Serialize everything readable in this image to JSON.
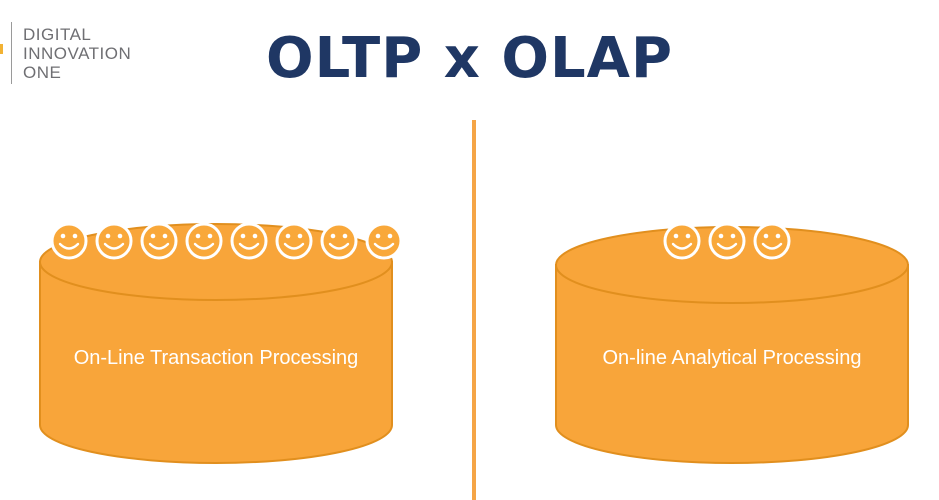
{
  "logo": {
    "lines": [
      "DIGITAL",
      "INNOVATION",
      "ONE"
    ]
  },
  "title": "OLTP x OLAP",
  "colors": {
    "title": "#1f3764",
    "cylinder_fill": "#f8a53a",
    "cylinder_stroke": "#e18f1e",
    "smiley_fill": "#f9a83a",
    "divider": "#f5a546"
  },
  "databases": [
    {
      "id": "oltp",
      "label": "On-Line Transaction Processing",
      "users": 8
    },
    {
      "id": "olap",
      "label": "On-line Analytical Processing",
      "users": 3
    }
  ]
}
